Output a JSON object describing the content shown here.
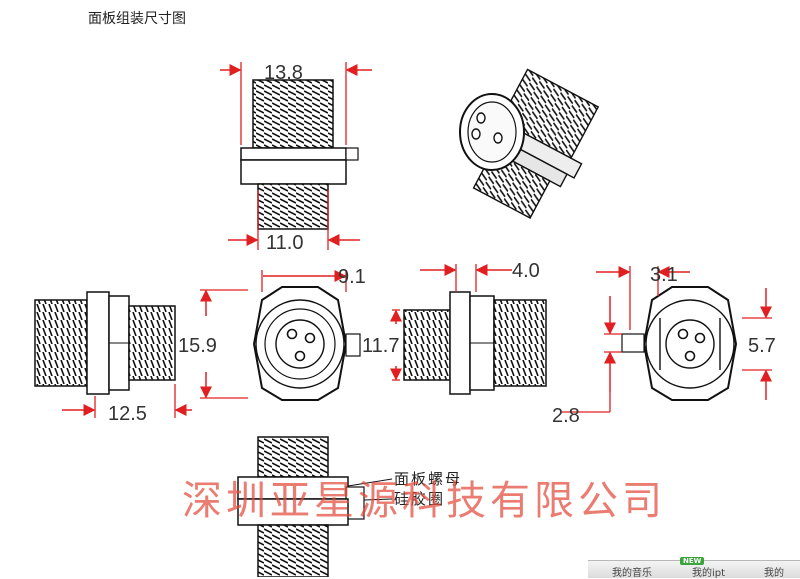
{
  "title": "面板组装尺寸图",
  "dimensions": {
    "top_width": "13.8",
    "top_thread": "11.0",
    "front_width": "9.1",
    "front_height": "15.9",
    "side_thickness": "4.0",
    "side_thread": "11.7",
    "left_thread": "12.5",
    "flat_width": "3.1",
    "flat_height": "5.7",
    "flat_offset": "2.8"
  },
  "notes": {
    "nut": "面板螺母",
    "gasket": "硅胶圈"
  },
  "watermark": "深圳亚星源科技有限公司",
  "taskbar": {
    "badge": "NEW",
    "item1": "我的音乐",
    "item2": "我的ipt",
    "item3": "我的"
  }
}
